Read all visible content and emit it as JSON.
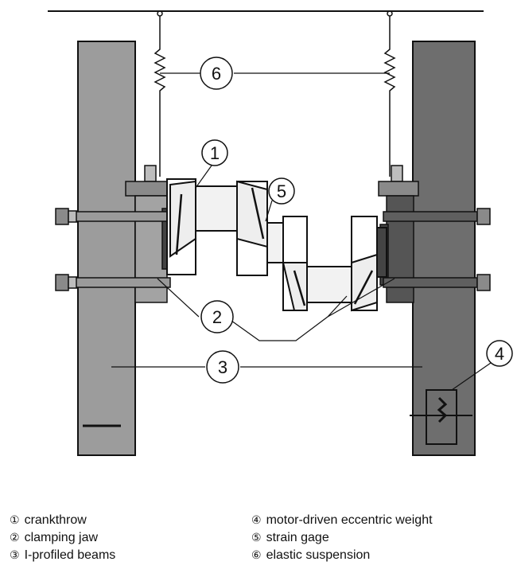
{
  "callouts": [
    {
      "number": "1"
    },
    {
      "number": "2"
    },
    {
      "number": "3"
    },
    {
      "number": "4"
    },
    {
      "number": "5"
    },
    {
      "number": "6"
    }
  ],
  "legend": [
    {
      "symbol": "①",
      "label": "crankthrow"
    },
    {
      "symbol": "②",
      "label": "clamping jaw"
    },
    {
      "symbol": "③",
      "label": "I-profiled beams"
    },
    {
      "symbol": "④",
      "label": "motor-driven eccentric weight"
    },
    {
      "symbol": "⑤",
      "label": "strain gage"
    },
    {
      "symbol": "⑥",
      "label": "elastic suspension"
    }
  ],
  "colors": {
    "line": "#111111",
    "beam_left": "#9c9c9c",
    "beam_right": "#6e6e6e",
    "part_light": "#f2f2f2",
    "hardware": "#8a8a8a"
  }
}
